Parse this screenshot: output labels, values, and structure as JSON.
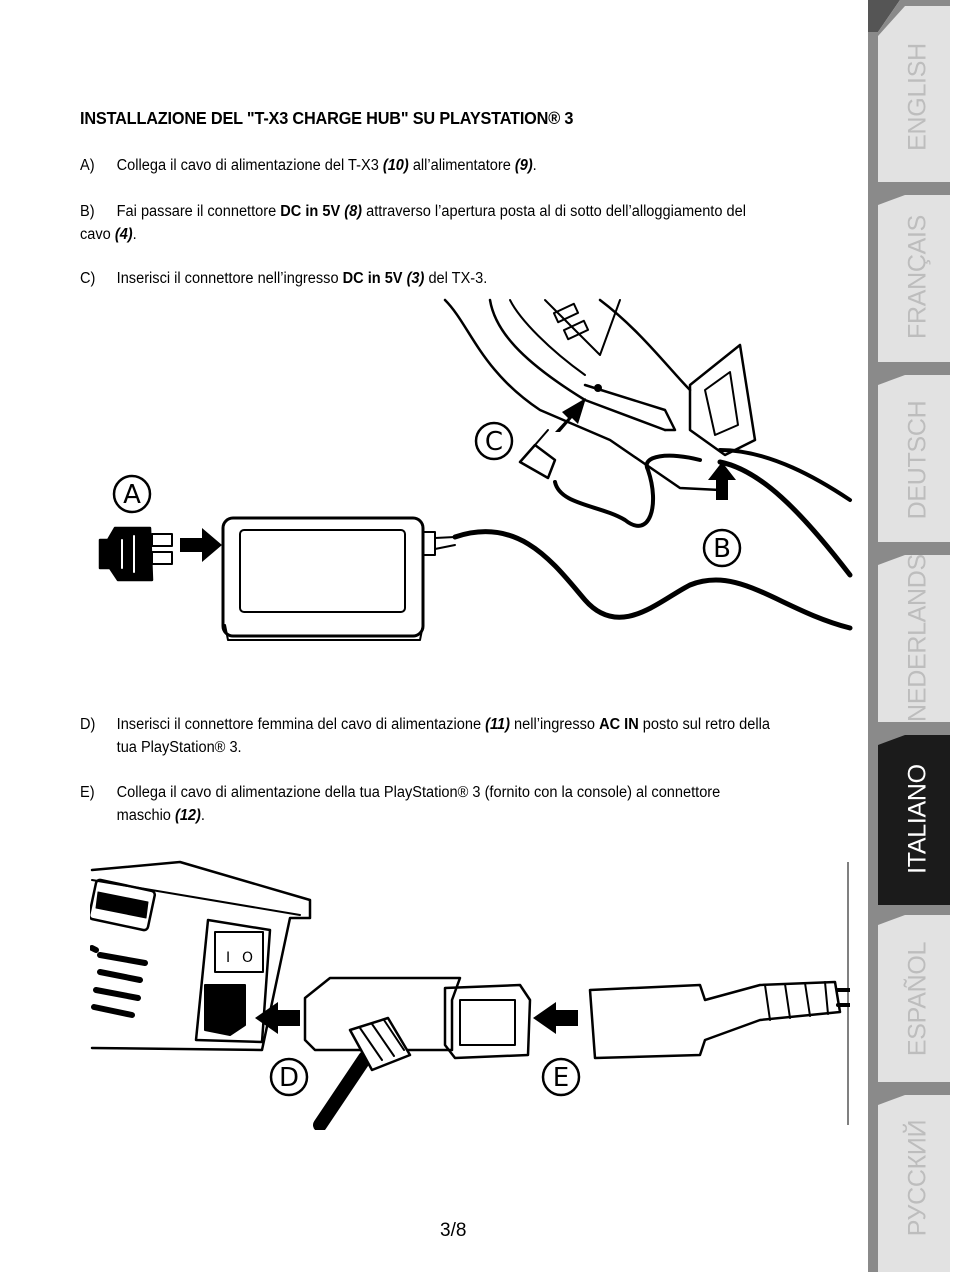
{
  "title": "INSTALLAZIONE DEL \"T-X3 CHARGE HUB\" SU PLAYSTATION® 3",
  "steps": {
    "a": {
      "letter": "A)",
      "t1": "Collega il cavo di alimentazione del T-X3 ",
      "r1": "(10)",
      "t2": " all’alimentatore ",
      "r2": "(9)",
      "t3": "."
    },
    "b": {
      "letter": "B)",
      "t1": "Fai passare il connettore ",
      "k1": "DC in 5V",
      "r1": "(8)",
      "t2": " attraverso l’apertura posta al di sotto dell’alloggiamento del cavo ",
      "r2": "(4)",
      "t3": "."
    },
    "c": {
      "letter": "C)",
      "t1": "Inserisci il connettore nell’ingresso ",
      "k1": "DC in 5V",
      "r1": "(3)",
      "t2": " del TX-3."
    },
    "d": {
      "letter": "D)",
      "t1": "Inserisci il connettore femmina del cavo di alimentazione ",
      "r1": "(11)",
      "t2": " nell’ingresso ",
      "k1": "AC IN",
      "t3": " posto sul retro della tua PlayStation® 3."
    },
    "e": {
      "letter": "E)",
      "t1": "Collega il cavo di alimentazione della tua PlayStation® 3 (fornito con la console) al connettore maschio ",
      "r1": "(12)",
      "t2": "."
    }
  },
  "figure1": {
    "labels": {
      "a": "A",
      "b": "B",
      "c": "C"
    }
  },
  "figure2": {
    "labels": {
      "d": "D",
      "e": "E"
    },
    "switch": {
      "on": "I",
      "off": "O"
    }
  },
  "page_number": "3/8",
  "languages": [
    {
      "label": "ENGLISH",
      "active": false
    },
    {
      "label": "FRANÇAIS",
      "active": false
    },
    {
      "label": "DEUTSCH",
      "active": false
    },
    {
      "label": "NEDERLANDS",
      "active": false
    },
    {
      "label": "ITALIANO",
      "active": true
    },
    {
      "label": "ESPAÑOL",
      "active": false
    },
    {
      "label": "РУССКИЙ",
      "active": false
    }
  ],
  "colors": {
    "active_tab": "#1b1b1b",
    "inactive_tab": "#e2e2e2",
    "tab_text": "#bdbdbd"
  }
}
